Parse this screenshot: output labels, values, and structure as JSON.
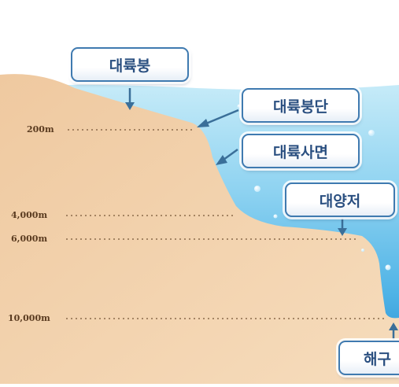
{
  "labels": {
    "continental_shelf": "대륙붕",
    "shelf_break": "대륙붕단",
    "continental_slope": "대륙사면",
    "abyssal_plain": "대양저",
    "trench": "해구"
  },
  "depths": {
    "d200": "200m",
    "d4000": "4,000m",
    "d6000": "6,000m",
    "d10000": "10,000m"
  },
  "colors": {
    "land": "#f0cfa8",
    "sea_top": "#bfe6f6",
    "sea_deep": "#2c9ad9",
    "label_border": "#3f7ab0",
    "arrow": "#3a6f99"
  }
}
